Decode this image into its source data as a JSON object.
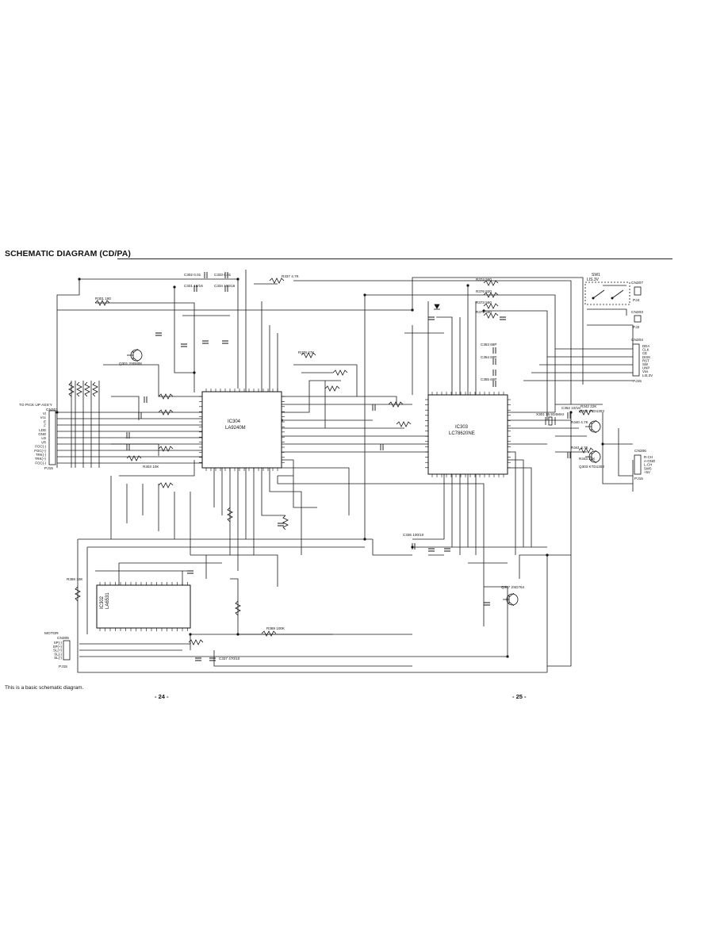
{
  "header": {
    "title": "SCHEMATIC DIAGRAM (CD/PA)"
  },
  "footer": {
    "note": "This is a basic schematic diagram.",
    "page_left": "- 24 -",
    "page_right": "- 25 -"
  },
  "chips": [
    {
      "ref": "IC304",
      "part": "LA9240M"
    },
    {
      "ref": "IC303",
      "part": "LC78620NE"
    },
    {
      "ref": "IC302",
      "part": "LA6531"
    }
  ],
  "connectors": [
    {
      "ref": "CN301",
      "note": "TO PICK UP ASS'Y",
      "plug": "PJ15",
      "pins": [
        "VI",
        "Vcc",
        "E",
        "F",
        "LDD",
        "GND",
        "LD",
        "VR",
        "FOC(-)",
        "FOC(+)",
        "TRK(-)",
        "TRK(+)",
        "FOC(-)"
      ]
    },
    {
      "ref": "CN305",
      "note": "MOTOR",
      "plug": "PJ15",
      "pins": [
        "SP(-)",
        "SP(+)",
        "SL(+)",
        "SL(-)",
        "SL(-)"
      ]
    },
    {
      "ref": "CN306",
      "note": "",
      "plug": "PJ15",
      "pins": [
        "R-CH",
        "A-GND",
        "L-CH",
        "SW5",
        "+5V"
      ]
    },
    {
      "ref": "CN304",
      "note": "",
      "plug": "PJ15",
      "pins": [
        "DDA",
        "CLK",
        "CE",
        "DISK",
        "RST",
        "SW",
        "UNP",
        "Vss",
        "LIS.3V"
      ]
    },
    {
      "ref": "CN307",
      "note": "",
      "plug": "PJ4",
      "pins": []
    },
    {
      "ref": "CN303",
      "note": "",
      "plug": "PJ2",
      "pins": []
    }
  ],
  "components": {
    "switch": "SW1",
    "switch_note": "LIS.3V",
    "transistors": [
      "Q301 2SB808",
      "Q302 KTD1303",
      "Q303 KTD1303",
      "Q307 2SD764"
    ],
    "crystal": "X301 16.934MHz",
    "resistors": [
      {
        "ref": "R337",
        "value": "4.7K"
      },
      {
        "ref": "R374",
        "value": "560"
      },
      {
        "ref": "R376",
        "value": "820"
      },
      {
        "ref": "R373",
        "value": "560"
      },
      {
        "ref": "R375",
        "value": "560"
      },
      {
        "ref": "R378",
        "value": "27K"
      },
      {
        "ref": "R301",
        "value": "180"
      },
      {
        "ref": "R369",
        "value": "100K"
      },
      {
        "ref": "R368",
        "value": "10K"
      },
      {
        "ref": "R303",
        "value": "10K"
      },
      {
        "ref": "R340",
        "value": "4.7K"
      },
      {
        "ref": "R341",
        "value": "4.7K"
      },
      {
        "ref": "R342",
        "value": "22K"
      },
      {
        "ref": "R343",
        "value": "22K"
      }
    ],
    "capacitors": [
      {
        "ref": "C302",
        "value": "0.01"
      },
      {
        "ref": "C333",
        "value": "0.01"
      },
      {
        "ref": "C331",
        "value": "10/16"
      },
      {
        "ref": "C334",
        "value": "100/16"
      },
      {
        "ref": "C337",
        "value": "470/10"
      },
      {
        "ref": "C353",
        "value": "68P"
      },
      {
        "ref": "C354",
        "value": "68P"
      },
      {
        "ref": "C355",
        "value": "68P"
      },
      {
        "ref": "C352",
        "value": "10/16"
      },
      {
        "ref": "C336",
        "value": "100/10"
      }
    ]
  }
}
